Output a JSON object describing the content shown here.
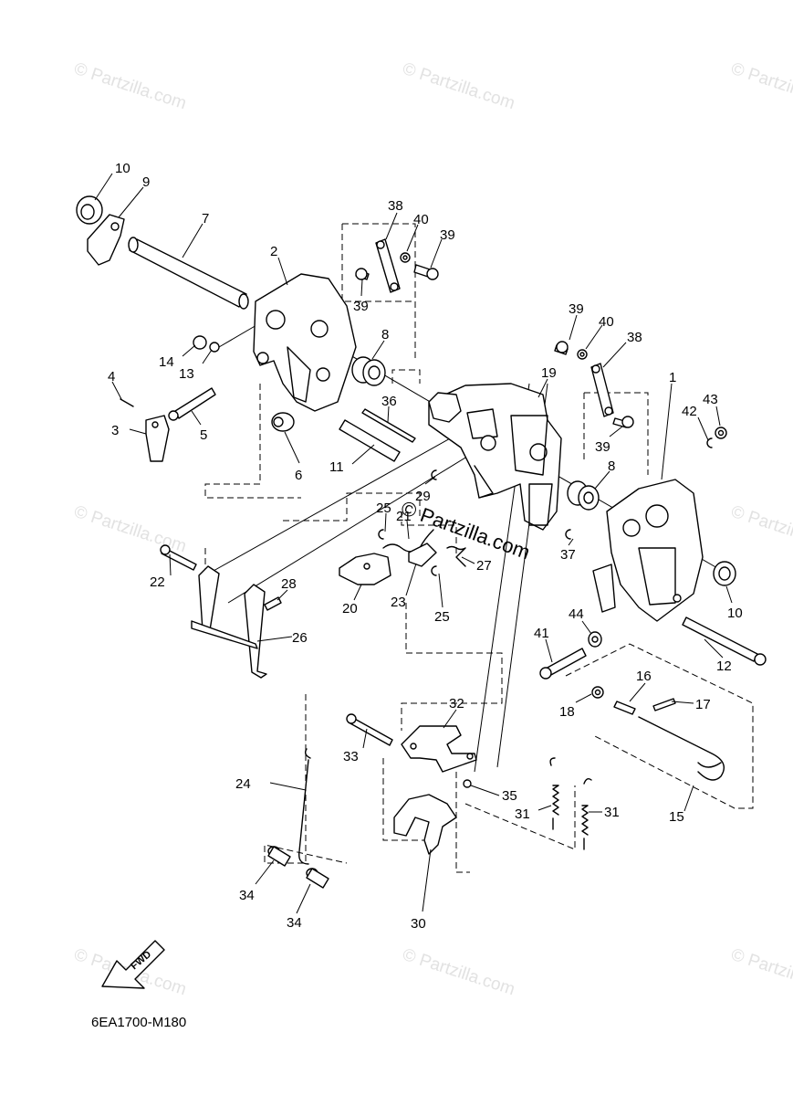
{
  "diagram_code": "6EA1700-M180",
  "fwd_label": "FWD",
  "watermark": "© Partzilla.com",
  "center_watermark": "© Partzilla.com",
  "callouts": [
    "10",
    "9",
    "7",
    "2",
    "38",
    "40",
    "39",
    "39",
    "14",
    "13",
    "8",
    "4",
    "5",
    "3",
    "36",
    "6",
    "11",
    "39",
    "40",
    "38",
    "19",
    "1",
    "42",
    "43",
    "39",
    "8",
    "29",
    "25",
    "21",
    "22",
    "28",
    "20",
    "23",
    "27",
    "25",
    "37",
    "10",
    "26",
    "24",
    "44",
    "41",
    "12",
    "18",
    "16",
    "17",
    "33",
    "32",
    "35",
    "31",
    "31",
    "15",
    "34",
    "34",
    "30"
  ]
}
